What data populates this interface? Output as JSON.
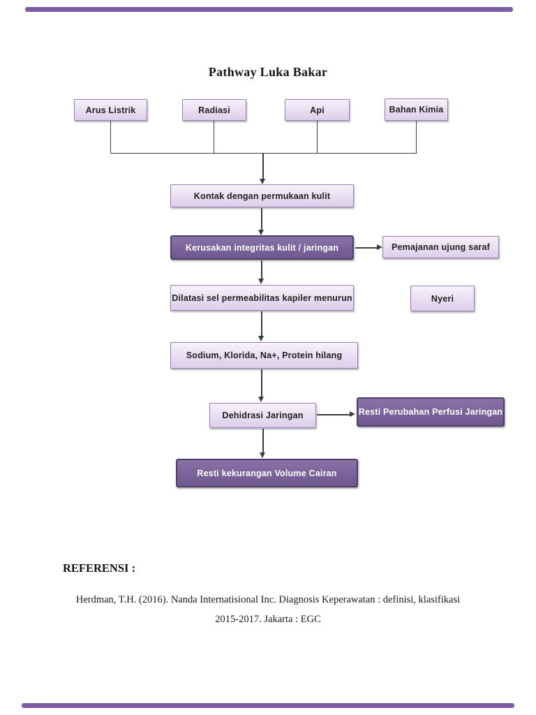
{
  "page": {
    "title": "Pathway Luka Bakar"
  },
  "diagram": {
    "causes": [
      "Arus Listrik",
      "Radiasi",
      "Api",
      "Bahan Kimia"
    ],
    "nodes": {
      "kontak": "Kontak dengan permukaan kulit",
      "kerusakan": "Kerusakan integritas kulit / jaringan",
      "pemajanan": "Pemajanan ujung saraf",
      "dilatasi": "Dilatasi sel permeabilitas kapiler menurun",
      "nyeri": "Nyeri",
      "sodium": "Sodium, Klorida, Na+, Protein hilang",
      "dehidrasi": "Dehidrasi Jaringan",
      "resti_perfusi": "Resti Perubahan Perfusi Jaringan",
      "resti_cairan": "Resti kekurangan Volume Cairan"
    },
    "colors": {
      "light_node_fill": "#e8ddf2",
      "light_node_border": "#957eb4",
      "dark_node_fill": "#7a639a",
      "dark_node_border": "#4e3e68",
      "connector_line": "#3a3a3a",
      "page_edge": "#7c5ea5"
    }
  },
  "references": {
    "heading": "REFERENSI :",
    "lines": [
      "Herdman, T.H. (2016). Nanda Internatisional Inc. Diagnosis Keperawatan : definisi, klasifikasi",
      "2015-2017. Jakarta : EGC"
    ]
  }
}
